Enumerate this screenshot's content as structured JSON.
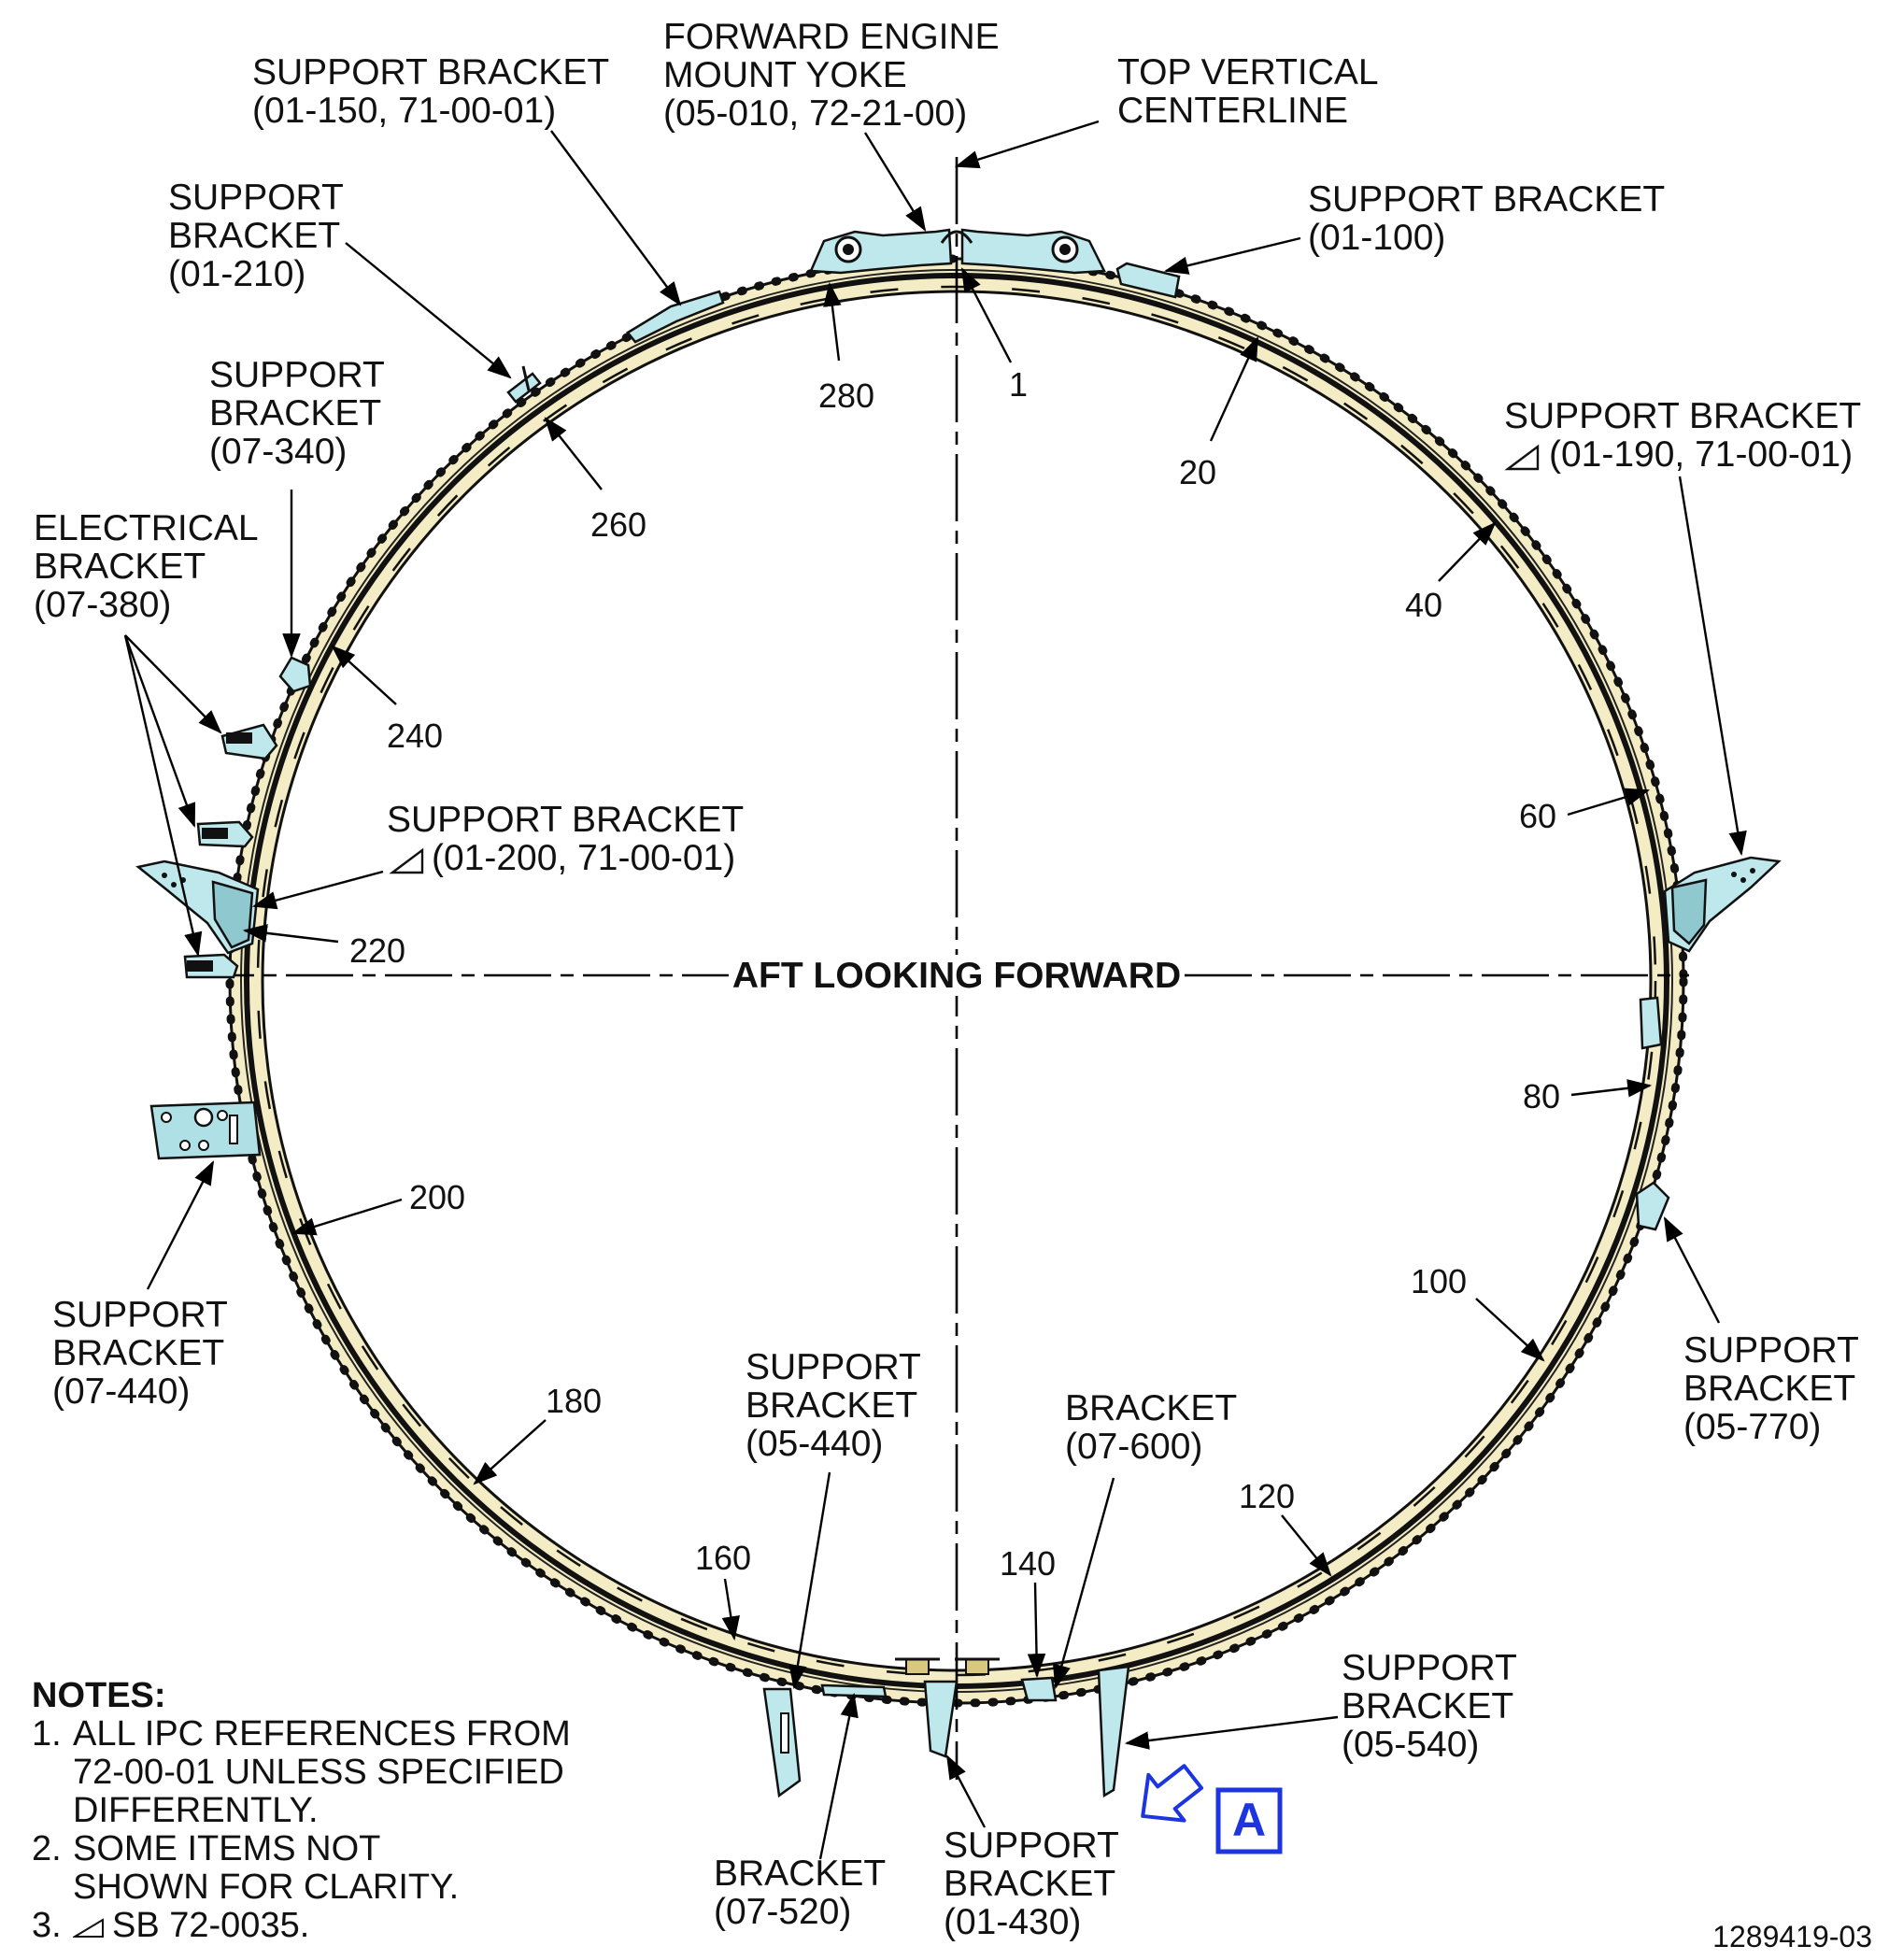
{
  "view_label": "AFT LOOKING FORWARD",
  "figure_id": "1289419-03",
  "callouts": {
    "forward_engine_mount_yoke": [
      "FORWARD ENGINE",
      "MOUNT YOKE",
      "(05-010, 72-21-00)"
    ],
    "top_vertical_centerline": [
      "TOP VERTICAL",
      "CENTERLINE"
    ],
    "support_bracket_01_150": [
      "SUPPORT BRACKET",
      "(01-150, 71-00-01)"
    ],
    "support_bracket_01_210": [
      "SUPPORT",
      "BRACKET",
      "(01-210)"
    ],
    "support_bracket_07_340": [
      "SUPPORT",
      "BRACKET",
      "(07-340)"
    ],
    "electrical_bracket_07_380": [
      "ELECTRICAL",
      "BRACKET",
      "(07-380)"
    ],
    "support_bracket_01_200": [
      "SUPPORT BRACKET",
      "(01-200, 71-00-01)"
    ],
    "support_bracket_01_100": [
      "SUPPORT BRACKET",
      "(01-100)"
    ],
    "support_bracket_01_190": [
      "SUPPORT BRACKET",
      "(01-190, 71-00-01)"
    ],
    "support_bracket_07_440": [
      "SUPPORT",
      "BRACKET",
      "(07-440)"
    ],
    "support_bracket_05_770": [
      "SUPPORT",
      "BRACKET",
      "(05-770)"
    ],
    "support_bracket_05_440": [
      "SUPPORT",
      "BRACKET",
      "(05-440)"
    ],
    "bracket_07_600": [
      "BRACKET",
      "(07-600)"
    ],
    "support_bracket_05_540": [
      "SUPPORT",
      "BRACKET",
      "(05-540)"
    ],
    "bracket_07_520": [
      "BRACKET",
      "(07-520)"
    ],
    "support_bracket_01_430": [
      "SUPPORT",
      "BRACKET",
      "(01-430)"
    ]
  },
  "hole_numbers": [
    "1",
    "20",
    "40",
    "60",
    "80",
    "100",
    "120",
    "140",
    "160",
    "180",
    "200",
    "220",
    "240",
    "260",
    "280"
  ],
  "view_marker": "A",
  "notes": {
    "title": "NOTES:",
    "items": [
      {
        "num": "1.",
        "lines": [
          "ALL IPC REFERENCES FROM",
          "72-00-01 UNLESS SPECIFIED",
          "DIFFERENTLY."
        ]
      },
      {
        "num": "2.",
        "lines": [
          "SOME ITEMS NOT",
          "SHOWN FOR CLARITY."
        ]
      },
      {
        "num": "3.",
        "lines": [
          "SB 72-0035."
        ]
      }
    ]
  },
  "colors": {
    "ring_fill": "#f3ecc4",
    "bracket_fill": "#bfe8ec",
    "view_marker": "#1d35e0",
    "line": "#000000"
  }
}
